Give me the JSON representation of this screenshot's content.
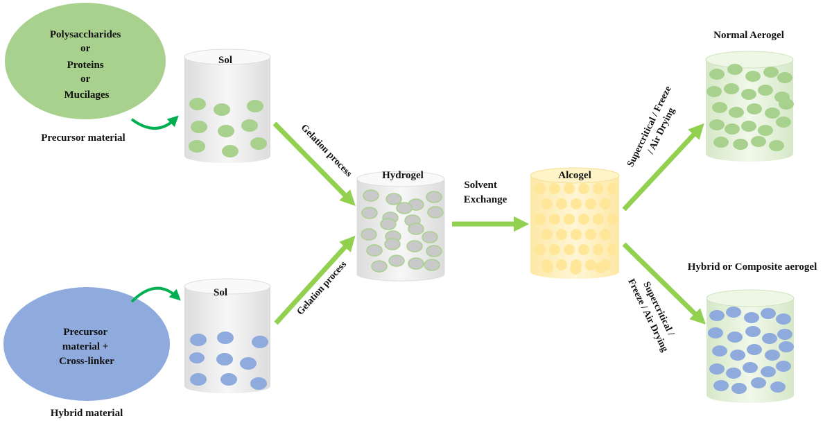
{
  "precursor": {
    "lines": [
      "Polysaccharides",
      "or",
      "Proteins",
      "or",
      "Mucilages"
    ],
    "caption": "Precursor material"
  },
  "hybrid": {
    "lines": [
      "Precursor",
      "material +",
      "Cross-linker"
    ],
    "caption": "Hybrid material"
  },
  "sol_top": {
    "label": "Sol"
  },
  "sol_bottom": {
    "label": "Sol"
  },
  "hydrogel": {
    "label": "Hydrogel"
  },
  "alcogel": {
    "label": "Alcogel"
  },
  "normal_aerogel": {
    "label": "Normal Aerogel"
  },
  "hybrid_aerogel": {
    "label": "Hybrid or Composite aerogel"
  },
  "steps": {
    "gelation_top": "Gelation process",
    "gelation_bottom": "Gelation process",
    "solvent_exchange": [
      "Solvent",
      "Exchange"
    ],
    "drying_top": [
      "Supercritical / Freeze",
      "/ Air Drying"
    ],
    "drying_bottom": [
      "Supercritical /",
      "Freeze / Air Drying"
    ]
  },
  "colors": {
    "green_fill": "#a9d18e",
    "blue_fill": "#8faadc",
    "grey_fill": "#c9c9c9",
    "yellow_fill": "#ffe699",
    "arrow_green": "#92d050",
    "curved_arrow_green": "#00b050"
  }
}
